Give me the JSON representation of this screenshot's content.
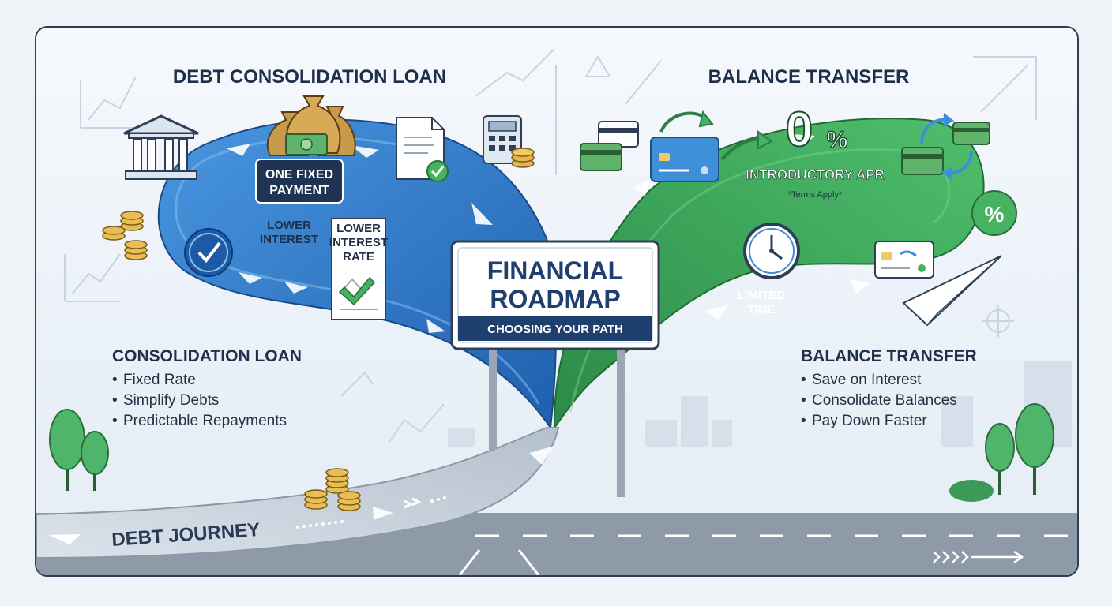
{
  "left": {
    "heading": "DEBT CONSOLIDATION LOAN",
    "payment_badge_line1": "ONE FIXED",
    "payment_badge_line2": "PAYMENT",
    "road_label_line1": "LOWER",
    "road_label_line2": "INTEREST",
    "doc_label_line1": "LOWER",
    "doc_label_line2": "INTEREST",
    "doc_label_line3": "RATE",
    "summary_title": "CONSOLIDATION LOAN",
    "summary_items": [
      "Fixed Rate",
      "Simplify Debts",
      "Predictable Repayments"
    ]
  },
  "right": {
    "heading": "BALANCE TRANSFER",
    "rate_big": "0",
    "rate_pct": "%",
    "rate_label": "INTRODUCTORY APR",
    "rate_note": "*Terms Apply*",
    "time_label_line1": "LIMITED",
    "time_label_line2": "TIME",
    "percent_badge": "%",
    "summary_title": "BALANCE TRANSFER",
    "summary_items": [
      "Save on Interest",
      "Consolidate Balances",
      "Pay Down Faster"
    ]
  },
  "center": {
    "sign_line1": "FINANCIAL",
    "sign_line2": "ROADMAP",
    "sign_subtitle": "CHOOSING YOUR PATH"
  },
  "bottom": {
    "road_label": "DEBT JOURNEY"
  },
  "colors": {
    "blue_road": "#2f7fd0",
    "green_road": "#3aa85a",
    "navy": "#1f2f4a",
    "gray_road": "#c9d3de",
    "highway": "#8e9aa8"
  },
  "icons": [
    "bank-icon",
    "money-bags-icon",
    "document-check-icon",
    "calculator-icon",
    "coin-stack-icon",
    "credit-card-icon",
    "clock-icon",
    "percent-icon",
    "paper-plane-icon",
    "tree-icon"
  ]
}
